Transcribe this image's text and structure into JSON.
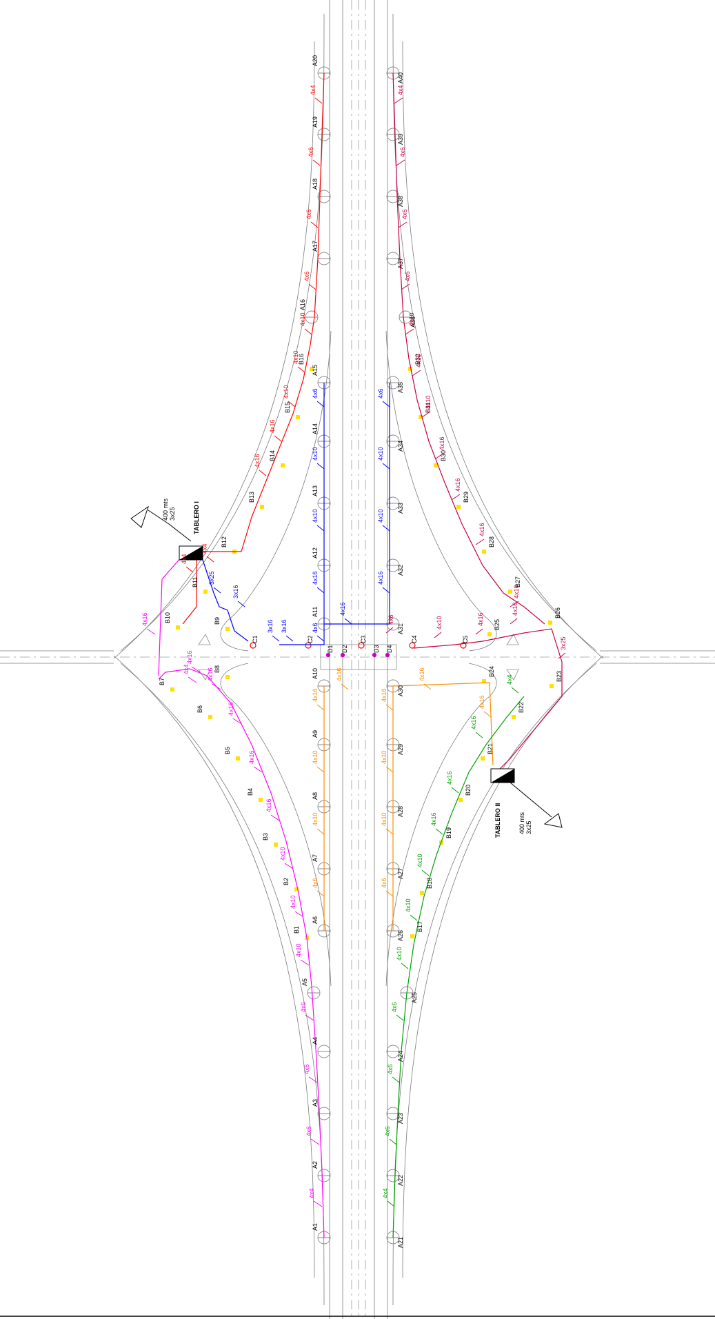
{
  "colors": {
    "red": "#ff0000",
    "blue": "#0000ff",
    "magenta": "#ff00ff",
    "orange": "#ff8c00",
    "green": "#00a000",
    "crimson": "#c8003c",
    "road": "#7a7a7a",
    "label": "#000000"
  },
  "boards": {
    "t1": {
      "name": "TABLERO I",
      "distance": "400 mts",
      "cable": "3x25"
    },
    "t2": {
      "name": "TABLERO II",
      "distance": "400 mts",
      "cable": "3x25"
    }
  },
  "poles_left": [
    "A1",
    "A2",
    "A3",
    "A4",
    "A5",
    "A6",
    "A7",
    "A8",
    "A9",
    "A10",
    "A11",
    "A12",
    "A13",
    "A14",
    "A15",
    "A16",
    "A17",
    "A18",
    "A19",
    "A20"
  ],
  "poles_right": [
    "A21",
    "A22",
    "A23",
    "A24",
    "A25",
    "A26",
    "A27",
    "A28",
    "A29",
    "A30",
    "A31",
    "A32",
    "A33",
    "A34",
    "A35",
    "A36",
    "A37",
    "A38",
    "A39",
    "A40"
  ],
  "ramp_labels": {
    "B1": "B1",
    "B2": "B2",
    "B3": "B3",
    "B4": "B4",
    "B5": "B5",
    "B6": "B6",
    "B7": "B7",
    "B8": "B8",
    "B9": "B9",
    "B10": "B10",
    "B11": "B11",
    "B12": "B12",
    "B13": "B13",
    "B14": "B14",
    "B15": "B15",
    "B16": "B16",
    "B17": "B17",
    "B18": "B18",
    "B19": "B19",
    "B20": "B20",
    "B21": "B21",
    "B22": "B22",
    "B23": "B23",
    "B24": "B24",
    "B25": "B25",
    "B26": "B26",
    "B27": "B27",
    "B28": "B28",
    "B29": "B29",
    "B30": "B30",
    "B31": "B31",
    "B32": "B32"
  },
  "center_labels": [
    "C1",
    "C2",
    "C3",
    "C4",
    "C5",
    "D1",
    "D2",
    "D3",
    "D4"
  ],
  "cables": {
    "red_left": [
      "4x4",
      "4x6",
      "4x6",
      "4x6",
      "4x10",
      "4x10",
      "4x10",
      "4x16",
      "4x16",
      "4x4",
      "4x4"
    ],
    "red_right": [
      "4x4",
      "4x6",
      "4x6",
      "4x6",
      "4x10",
      "4x10",
      "4x10",
      "4x16",
      "4x16",
      "4x16",
      "4x16"
    ],
    "blue_left": [
      "4x6",
      "4x10",
      "4x10",
      "4x16",
      "3x16",
      "3x16",
      "3x16",
      "3x25",
      "4x6"
    ],
    "blue_right": [
      "4x6",
      "4x10",
      "4x10",
      "4x16",
      "4x16"
    ],
    "magenta": [
      "4x4",
      "4x6",
      "4x6",
      "4x6",
      "4x10",
      "4x10",
      "4x10",
      "4x16",
      "4x16",
      "4x16",
      "4x16",
      "4x16",
      "4x4",
      "4x16"
    ],
    "orange_left": [
      "4x16",
      "4x10",
      "4x10",
      "4x6",
      "4x16"
    ],
    "orange_right": [
      "4x16",
      "4x10",
      "4x10",
      "4x6",
      "4x16",
      "4x16"
    ],
    "green": [
      "4x4",
      "4x6",
      "4x6",
      "4x6",
      "4x10",
      "4x10",
      "4x10",
      "4x16",
      "4x16",
      "4x16",
      "4x4"
    ],
    "crimson": [
      "4x6",
      "4x10",
      "4x16",
      "4x16",
      "3x25"
    ]
  }
}
